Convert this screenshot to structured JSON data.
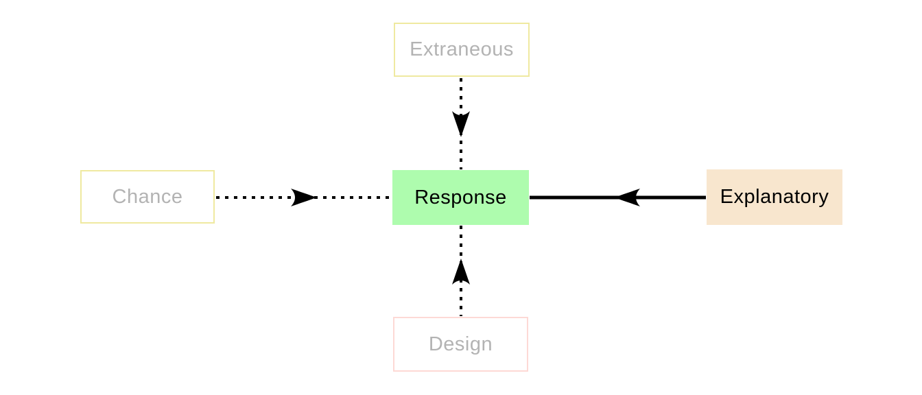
{
  "diagram": {
    "title": "response-variable-relationship-diagram",
    "nodes": {
      "extraneous": {
        "label": "Extraneous"
      },
      "chance": {
        "label": "Chance"
      },
      "response": {
        "label": "Response"
      },
      "explanatory": {
        "label": "Explanatory"
      },
      "design": {
        "label": "Design"
      }
    },
    "edges": [
      {
        "from": "extraneous",
        "to": "response",
        "style": "dashed",
        "direction": "down"
      },
      {
        "from": "chance",
        "to": "response",
        "style": "dashed",
        "direction": "right"
      },
      {
        "from": "explanatory",
        "to": "response",
        "style": "solid",
        "direction": "left"
      },
      {
        "from": "design",
        "to": "response",
        "style": "dashed",
        "direction": "up"
      }
    ],
    "colors": {
      "response_bg": "#aefcae",
      "explanatory_bg": "#f8e6ce",
      "yellow_border": "#efe9a0",
      "pink_border": "#fdd9d5",
      "muted_text": "#b3b3b3",
      "arrow": "#000000"
    }
  }
}
